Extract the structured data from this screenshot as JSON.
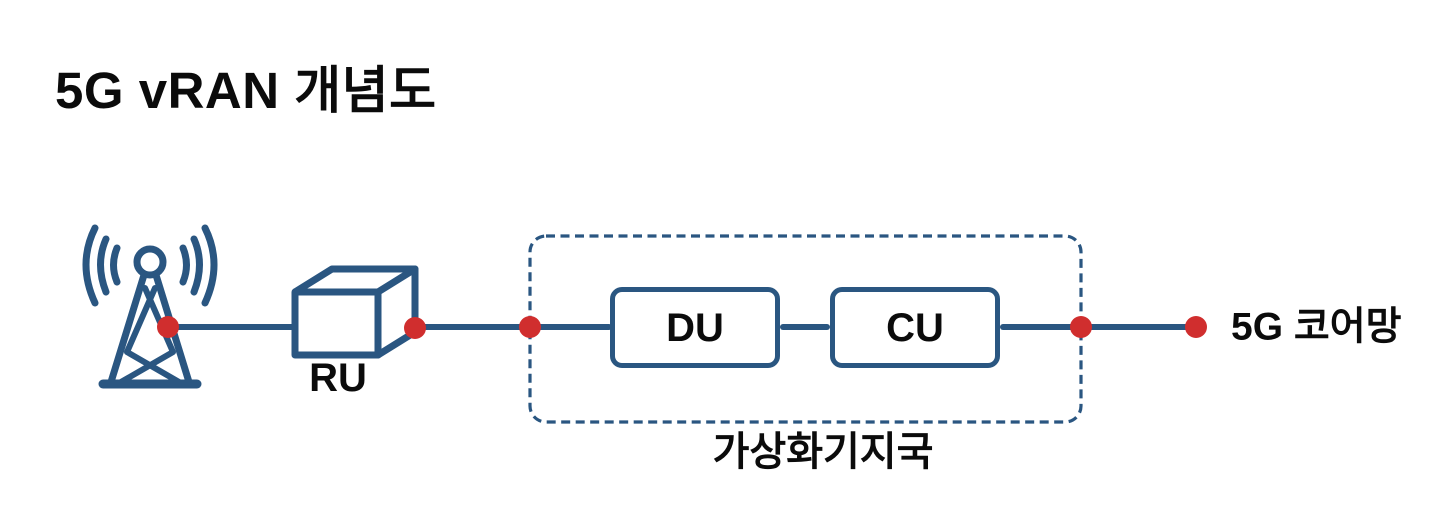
{
  "title": "5G vRAN 개념도",
  "colors": {
    "line_blue": "#2A5681",
    "dot_red": "#D02E2E",
    "text_color": "#0B0B0B",
    "bg_color": "#FFFFFF"
  },
  "diagram": {
    "antenna_icon": "cell-tower-with-radio-waves",
    "ru_label": "RU",
    "du_label": "DU",
    "cu_label": "CU",
    "group_label": "가상화기지국",
    "core_label": "5G 코어망",
    "junction_dot_count": 5
  }
}
